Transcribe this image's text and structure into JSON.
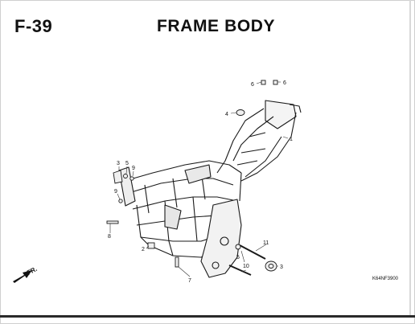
{
  "header": {
    "section_code": "F-39",
    "title": "FRAME BODY"
  },
  "callouts": {
    "c1": "1",
    "c2": "2",
    "c3a": "3",
    "c3b": "3",
    "c4": "4",
    "c5a": "5",
    "c5b": "5",
    "c6a": "6",
    "c6b": "6",
    "c7": "7",
    "c8": "8",
    "c9a": "9",
    "c9b": "9",
    "c10": "10",
    "c11": "11"
  },
  "direction": {
    "label": "FR."
  },
  "diagram_code": "K64NF3900",
  "colors": {
    "ink": "#111111",
    "rule": "#2a2a2a"
  }
}
